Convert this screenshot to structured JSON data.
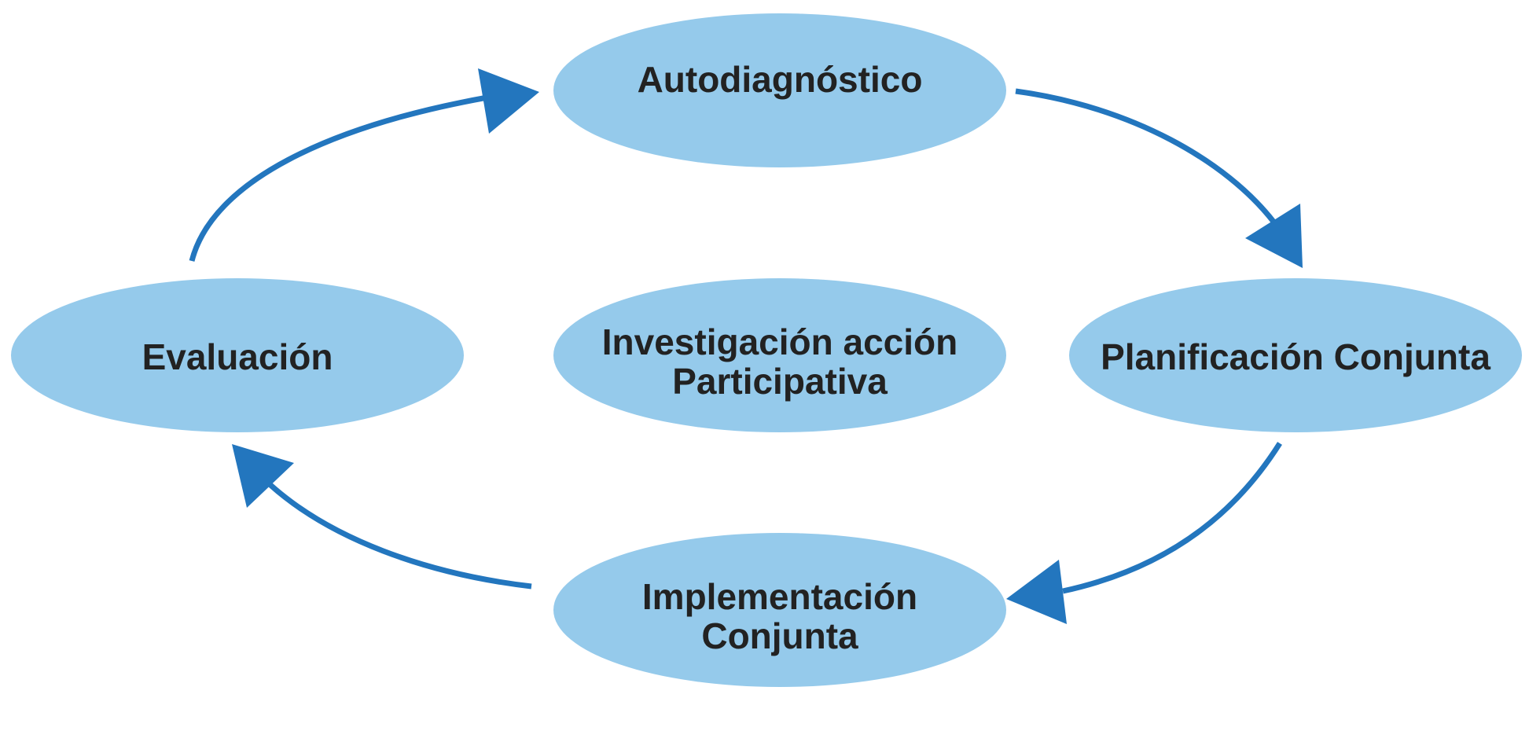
{
  "diagram": {
    "nodes": {
      "top": "Autodiagnóstico",
      "right": "Planificación Conjunta",
      "bottom": "Implementación\nConjunta",
      "left": "Evaluación",
      "center": "Investigación acción\nParticipativa"
    },
    "colors": {
      "node_fill": "#95caeb",
      "arrow": "#2376be",
      "text": "#222222"
    }
  }
}
